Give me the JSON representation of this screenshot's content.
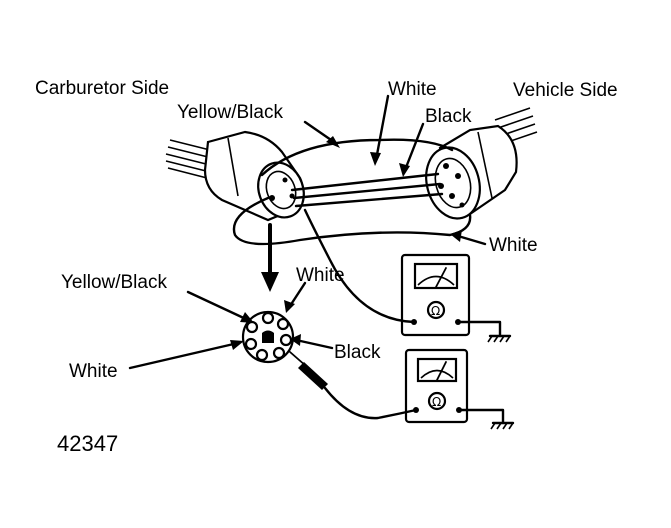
{
  "labels": {
    "carburetor_side": "Carburetor Side",
    "vehicle_side": "Vehicle Side",
    "white_top": "White",
    "black_top": "Black",
    "yellow_black_top": "Yellow/Black",
    "white_right": "White",
    "yellow_black_pin": "Yellow/Black",
    "white_pin_top": "White",
    "black_pin": "Black",
    "white_pin_left": "White"
  },
  "figure_number": "42347",
  "icons": [
    "connector-carburetor-side",
    "connector-vehicle-side",
    "ohmmeter",
    "ground-symbol",
    "test-probe",
    "connector-pin-face"
  ]
}
